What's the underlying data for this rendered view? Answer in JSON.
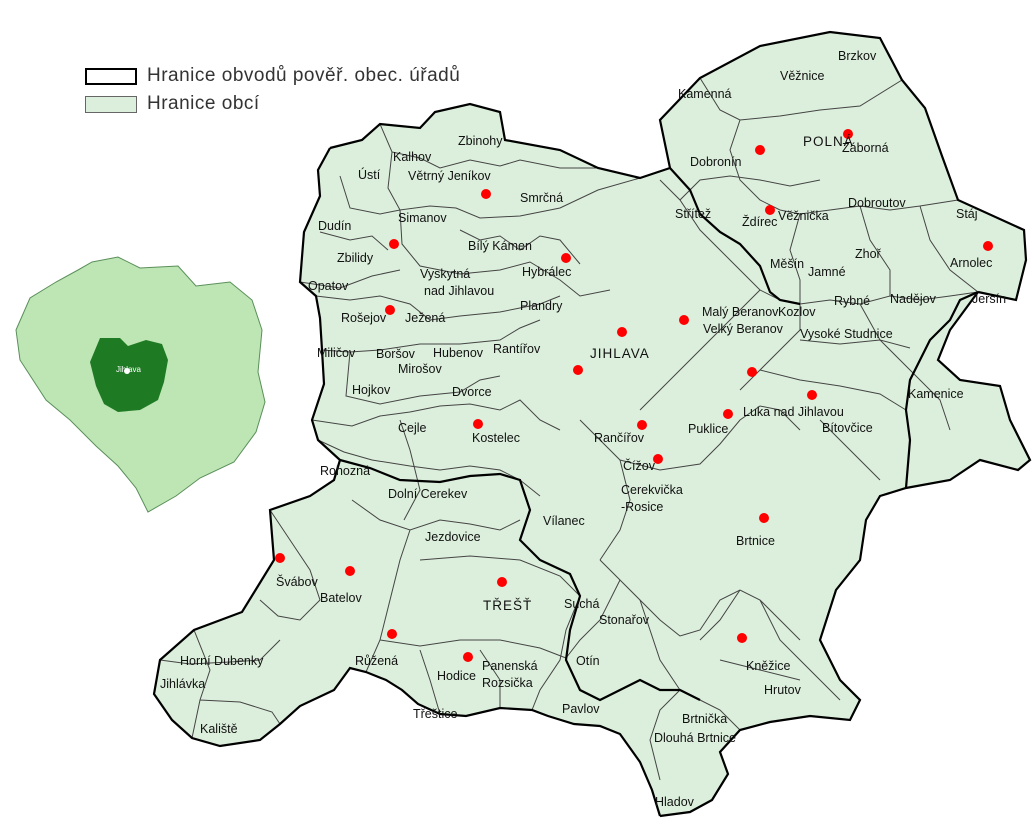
{
  "legend": {
    "district_boundaries": "Hranice obvodů pověř. obec. úřadů",
    "municipal_boundaries": "Hranice obcí"
  },
  "colors": {
    "land": "#dcefdc",
    "inset_land": "#bde6b4",
    "inset_highlight": "#1f7a24",
    "seat_marker": "#ff0000",
    "district_line": "#000000",
    "municipal_line": "#444444"
  },
  "inset": {
    "label": "Jihlava"
  },
  "labels": [
    "Brzkov",
    "Věžnice",
    "Kamenná",
    "POLNÁ",
    "Záborná",
    "Dobronín",
    "Zbinohy",
    "Kalhov",
    "Ústí",
    "Větrný Jeníkov",
    "Smrčná",
    "Střítež",
    "Ždírec",
    "Věžnička",
    "Dobroutov",
    "Stáj",
    "Dudín",
    "Simanov",
    "Bílý Kámen",
    "Zbilidy",
    "Vyskytná nad Jihlavou",
    "Hybrálec",
    "Měšín",
    "Zhoř",
    "Arnolec",
    "Jamné",
    "Opatov",
    "Plandry",
    "Rybné",
    "Nadějov",
    "Jersín",
    "Rošejov",
    "Ježená",
    "Malý Beranov",
    "Kozlov",
    "Velký Beranov",
    "Miličov",
    "Boršov",
    "Hubenov",
    "Rantířov",
    "JIHLAVA",
    "Vysoké Studnice",
    "Mirošov",
    "Hojkov",
    "Dvorce",
    "Luka nad Jihlavou",
    "Kamenice",
    "Cejle",
    "Kostelec",
    "Rančířov",
    "Puklice",
    "Bítovčice",
    "Čížov",
    "Rohozná",
    "Dolní Cerekev",
    "Cerekvička-Rosice",
    "Vílanec",
    "Brtnice",
    "Jezdovice",
    "Švábov",
    "Batelov",
    "TŘEŠŤ",
    "Suchá",
    "Stonařov",
    "Růžená",
    "Horní Dubenky",
    "Hodice",
    "Panenská Rozsička",
    "Otín",
    "Jihlávka",
    "Kněžice",
    "Hrutov",
    "Třeštice",
    "Pavlov",
    "Kaliště",
    "Brtnička",
    "Dlouhá Brtnice",
    "Hladov"
  ]
}
